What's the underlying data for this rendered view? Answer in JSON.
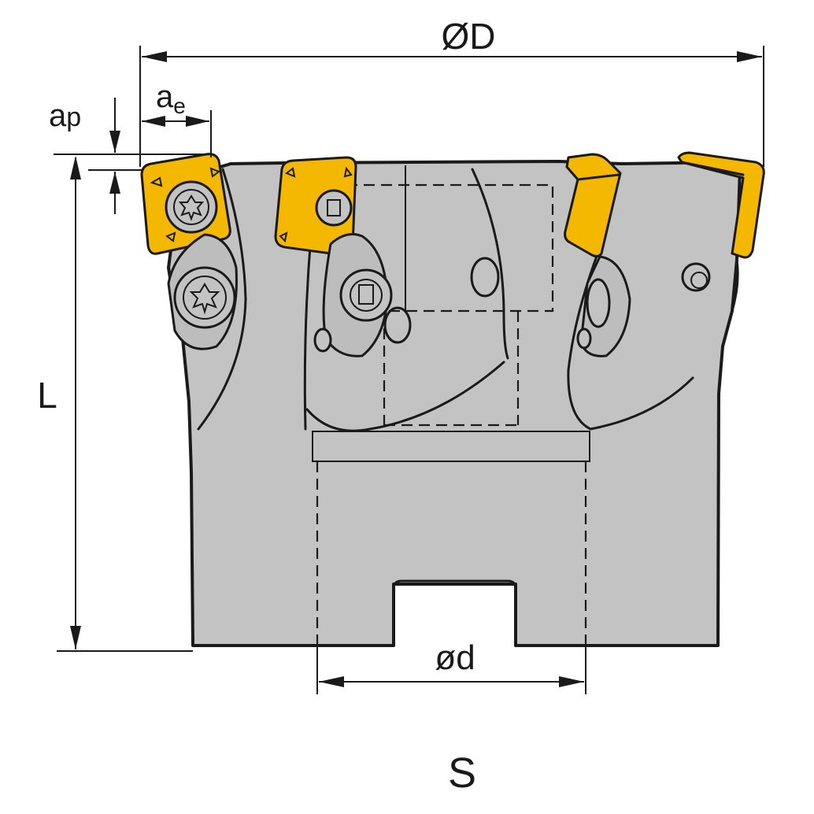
{
  "labels": {
    "diameter_D": "ØD",
    "depth_ap_main": "a",
    "depth_ap_sub": "p",
    "width_ae_main": "a",
    "width_ae_sub": "e",
    "length_L": "L",
    "bore_d": "ød",
    "view_S": "S"
  },
  "colors": {
    "body": "#c3c3c3",
    "insert": "#f5b800",
    "line": "#1a1a1a",
    "background": "#ffffff"
  }
}
